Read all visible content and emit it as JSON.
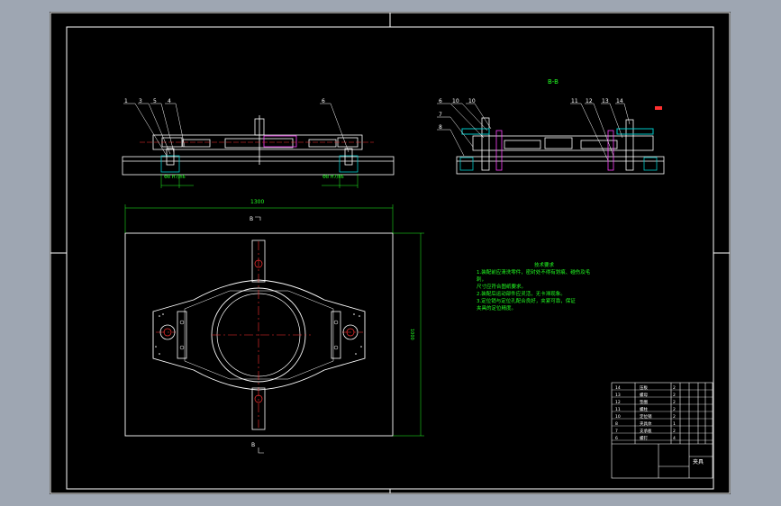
{
  "views": {
    "section_title": "B-B",
    "front_view_callouts": [
      "1",
      "3",
      "5",
      "4",
      "6"
    ],
    "section_view_callouts": [
      "6",
      "10",
      "7",
      "8",
      "10",
      "11",
      "12",
      "13",
      "14"
    ],
    "front_dims": [
      "Φ8 H7/h6",
      "Φ8 H7/h6"
    ],
    "plan_width_dim": "1300",
    "plan_height_dim": "1000",
    "section_marker_top": "B",
    "section_marker_bottom": "B"
  },
  "notes": {
    "title": "技术要求",
    "lines": [
      "1.装配前应清洗零件，密封处不得有划痕、碰伤及毛刺，",
      "尺寸应符合图纸要求。",
      "2.装配后运动部件应灵活，无卡滞现象。",
      "3.定位销与定位孔配合良好，夹紧可靠，保证",
      "夹具的定位精度。"
    ]
  },
  "title_block": {
    "drawing_name": "夹具",
    "rows": [
      [
        "14",
        "压板",
        "2"
      ],
      [
        "13",
        "螺母",
        "2"
      ],
      [
        "12",
        "垫圈",
        "2"
      ],
      [
        "11",
        "螺柱",
        "2"
      ],
      [
        "10",
        "定位销",
        "2"
      ],
      [
        "8",
        "夹具体",
        "1"
      ],
      [
        "7",
        "支承板",
        "2"
      ],
      [
        "6",
        "螺钉",
        "4"
      ]
    ]
  },
  "colors": {
    "sheet": "#000000",
    "outer_bg": "#9ea6b2",
    "lines": "#ffffff",
    "dimension": "#22ff22",
    "center": "#ff3030",
    "cut": "#00c8c8",
    "detail": "#ff40ff"
  }
}
